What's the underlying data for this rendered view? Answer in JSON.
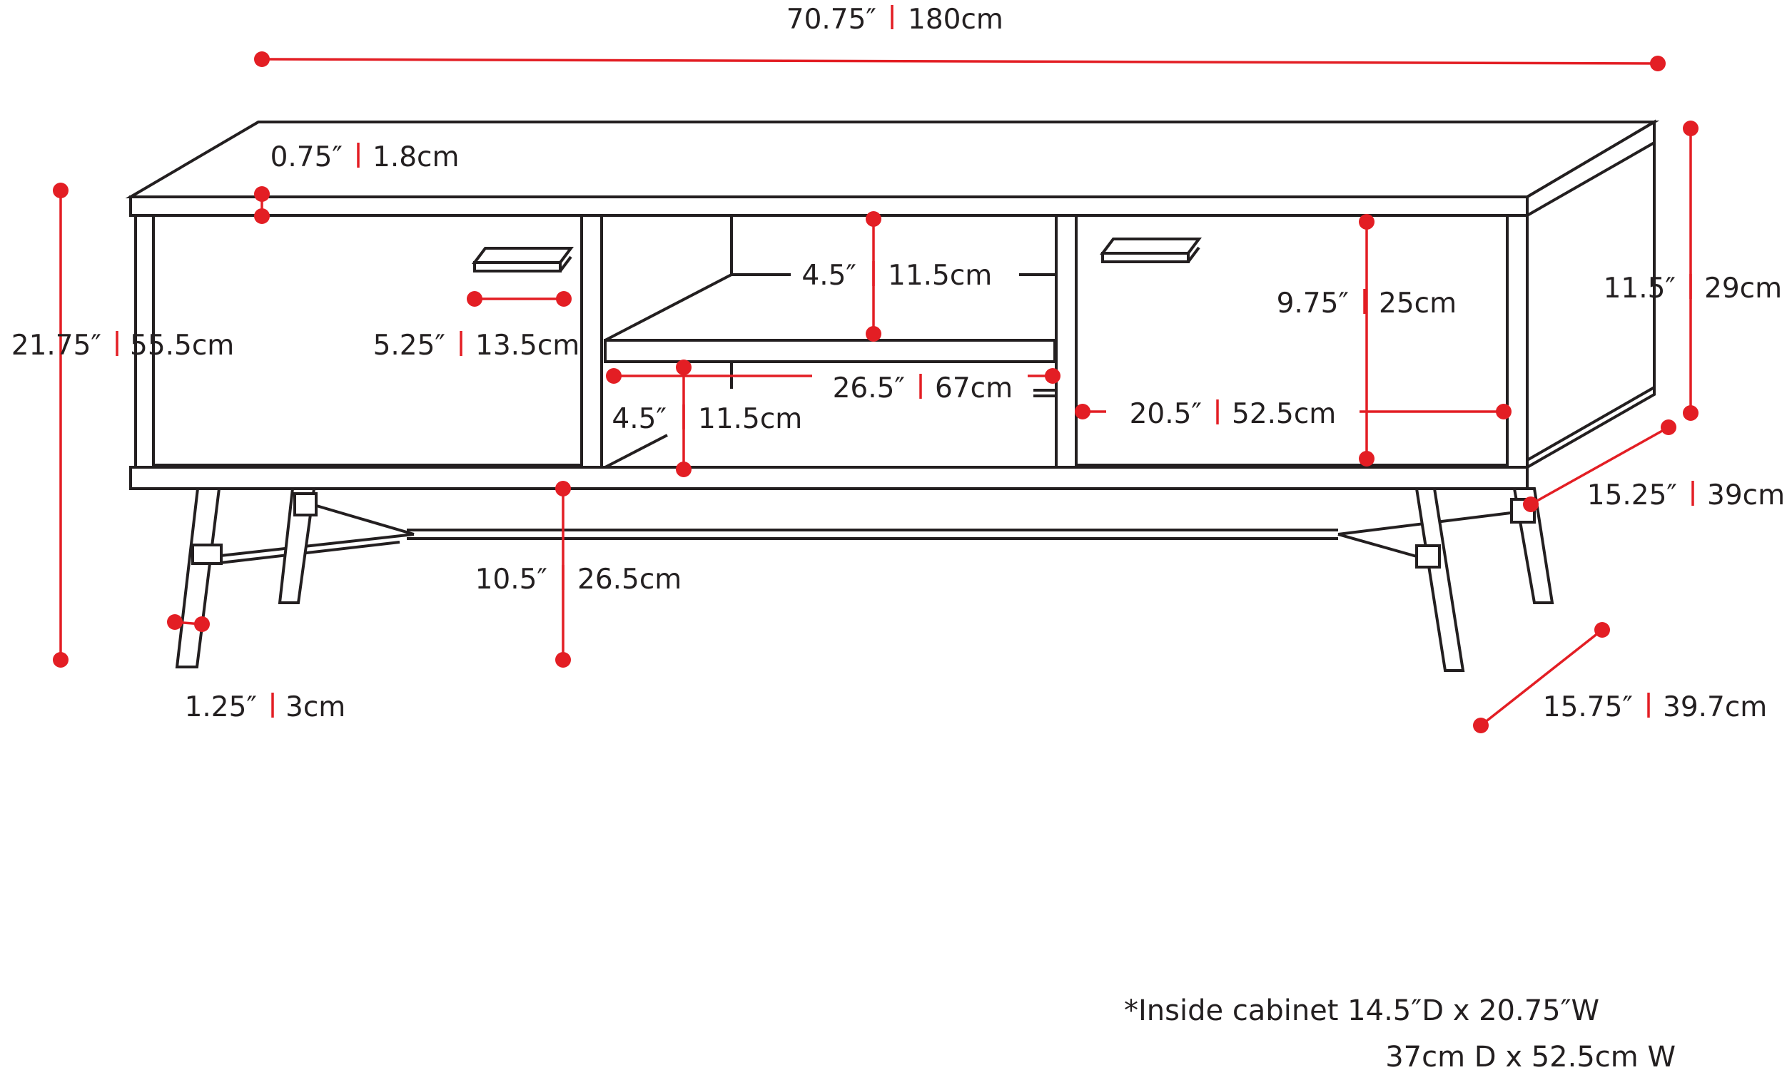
{
  "colors": {
    "dimension": "#e31e24",
    "outline": "#231f20",
    "background": "#ffffff"
  },
  "dimensions": {
    "overall_width": {
      "in": "70.75″",
      "cm": "180cm"
    },
    "top_thickness": {
      "in": "0.75″",
      "cm": "1.8cm"
    },
    "overall_height": {
      "in": "21.75″",
      "cm": "55.5cm"
    },
    "handle_width": {
      "in": "5.25″",
      "cm": "13.5cm"
    },
    "upper_shelf_gap": {
      "in": "4.5″",
      "cm": "11.5cm"
    },
    "shelf_width": {
      "in": "26.5″",
      "cm": "67cm"
    },
    "lower_shelf_gap": {
      "in": "4.5″",
      "cm": "11.5cm"
    },
    "door_height": {
      "in": "9.75″",
      "cm": "25cm"
    },
    "door_width": {
      "in": "20.5″",
      "cm": "52.5cm"
    },
    "cabinet_height": {
      "in": "11.5″",
      "cm": "29cm"
    },
    "cabinet_depth": {
      "in": "15.25″",
      "cm": "39cm"
    },
    "leg_height": {
      "in": "10.5″",
      "cm": "26.5cm"
    },
    "leg_width": {
      "in": "1.25″",
      "cm": "3cm"
    },
    "overall_depth": {
      "in": "15.75″",
      "cm": "39.7cm"
    }
  },
  "note": {
    "line1": "*Inside cabinet 14.5″D x 20.75″W",
    "line2": "37cm D x 52.5cm W"
  }
}
